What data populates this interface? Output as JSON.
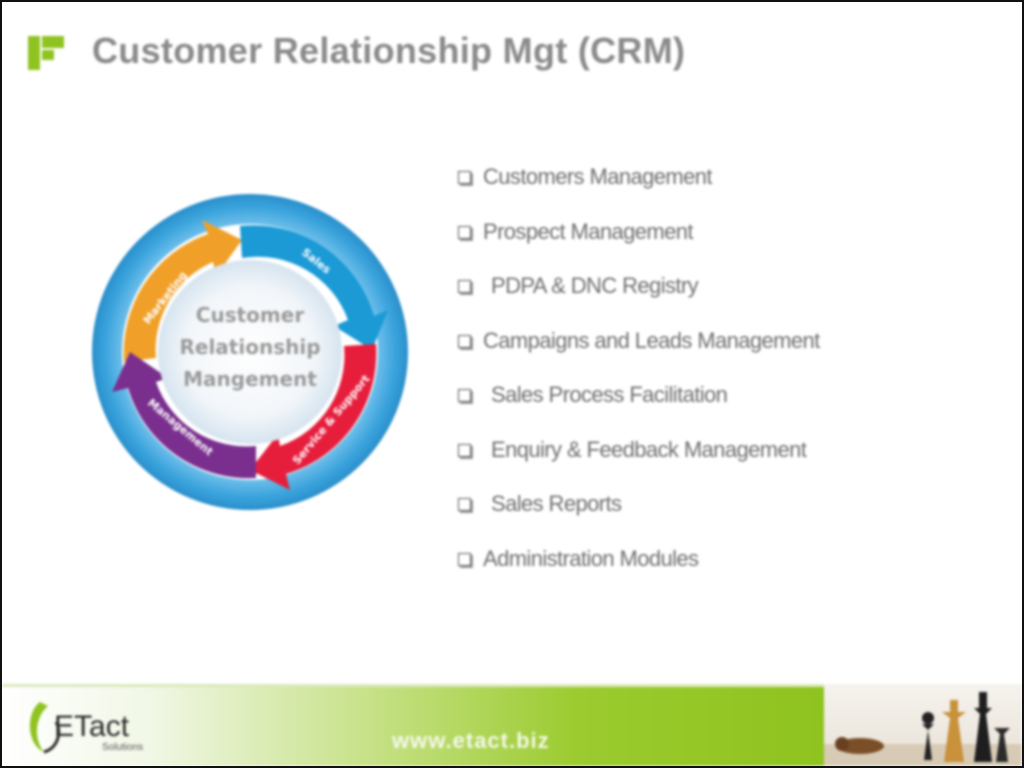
{
  "slide": {
    "title": "Customer Relationship Mgt (CRM)"
  },
  "cycle": {
    "center_lines": [
      "Customer",
      "Relationship",
      "Mangement"
    ],
    "segments": [
      "Marketing",
      "Sales",
      "Service & Support",
      "Management"
    ]
  },
  "bullets": [
    {
      "text": "Customers  Management",
      "indent": false
    },
    {
      "text": "Prospect Management",
      "indent": false
    },
    {
      "text": "PDPA & DNC Registry",
      "indent": true
    },
    {
      "text": "Campaigns and Leads Management",
      "indent": false
    },
    {
      "text": "Sales Process Facilitation",
      "indent": true
    },
    {
      "text": "Enquiry & Feedback Management",
      "indent": true
    },
    {
      "text": "Sales Reports",
      "indent": true
    },
    {
      "text": "Administration Modules",
      "indent": false
    }
  ],
  "footer": {
    "url": "www.etact.biz",
    "logo_main": "ETact",
    "logo_sub": "Solutions"
  },
  "colors": {
    "accent_green": "#8fc31f",
    "cycle_orange": "#f0a028",
    "cycle_blue": "#1b9ad6",
    "cycle_red": "#e61e3c",
    "cycle_purple": "#7a2f8e",
    "ring_blue": "#3aa3dc"
  },
  "icons": {
    "title_logo": "green-square-logo-icon",
    "bullet": "checkbox-bullet-icon",
    "footer_image": "chess-pieces-image"
  }
}
